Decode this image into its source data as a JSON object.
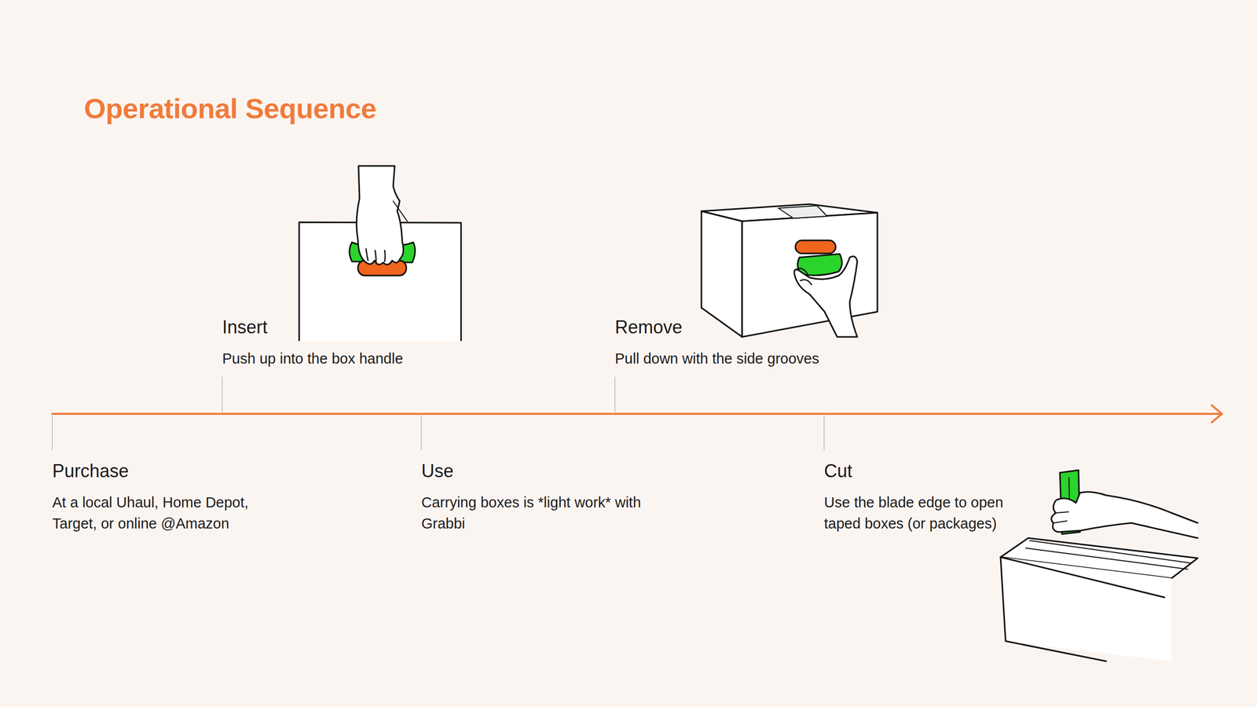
{
  "diagram": {
    "title": "Operational Sequence",
    "labels": [
      "Insert",
      "Push up into the box handle",
      "Remove",
      "Pull down with the side grooves",
      "Purchase",
      "At a local Uhaul, Home Depot, Target, or online @Amazon",
      "Use",
      "Carrying boxes is *light work* with Grabbi",
      "Cut",
      "Use the blade edge to open taped boxes (or packages)"
    ]
  }
}
